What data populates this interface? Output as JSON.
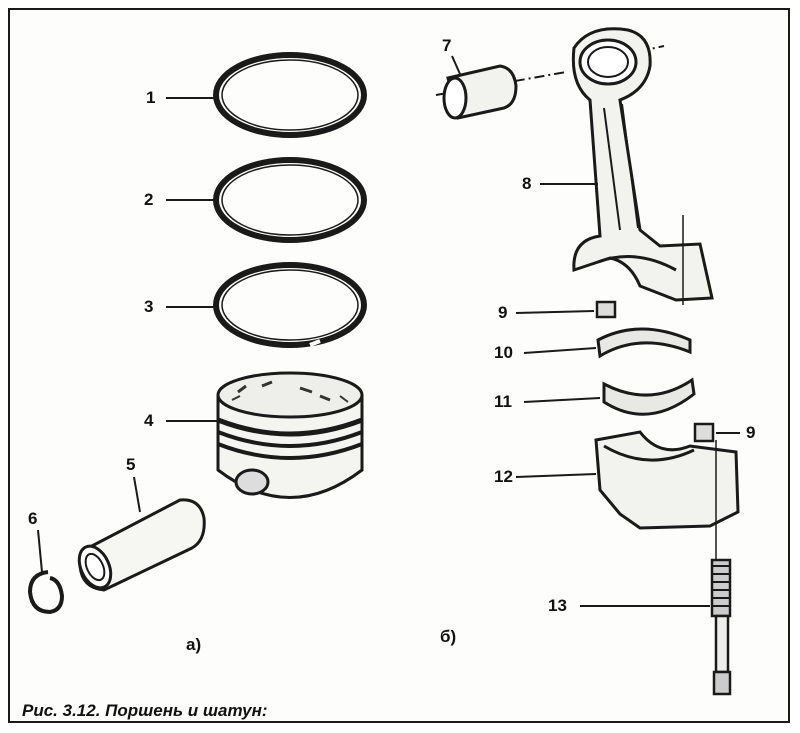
{
  "caption": "Рис. 3.12. Поршень и шатун:",
  "sub_labels": {
    "a": "а)",
    "b": "б)"
  },
  "callouts": [
    "1",
    "2",
    "3",
    "4",
    "5",
    "6",
    "7",
    "8",
    "9",
    "10",
    "11",
    "9",
    "12",
    "13"
  ]
}
